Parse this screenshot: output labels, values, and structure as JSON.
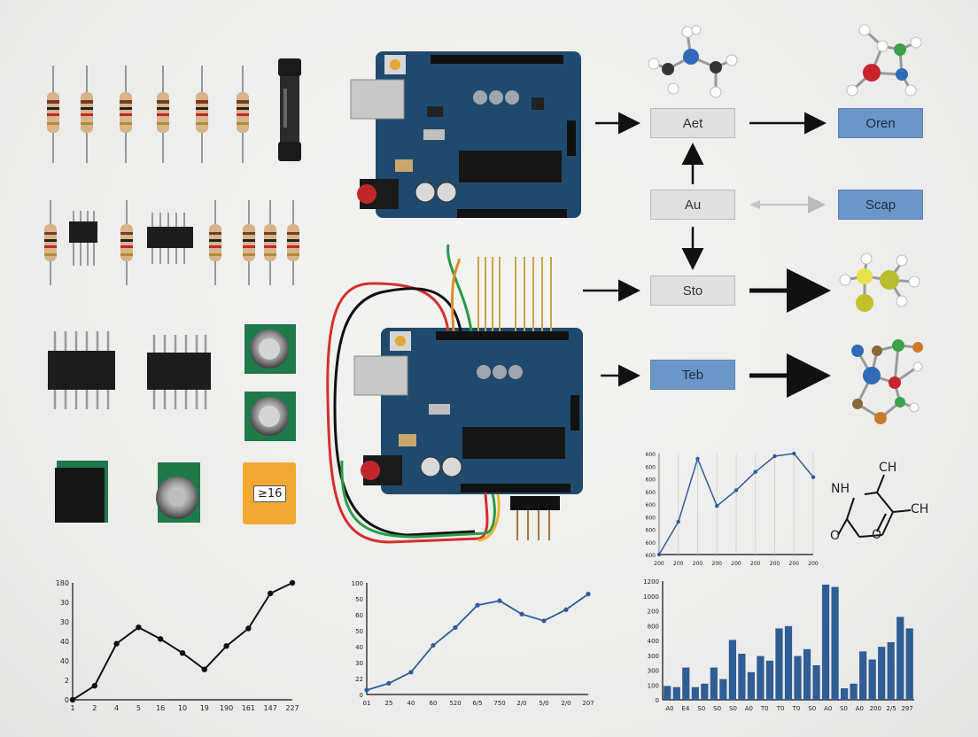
{
  "flow": {
    "boxes": [
      {
        "id": "aet",
        "label": "Aet",
        "style": "gray"
      },
      {
        "id": "oren",
        "label": "Oren",
        "style": "blue"
      },
      {
        "id": "au",
        "label": "Au",
        "style": "gray"
      },
      {
        "id": "scap",
        "label": "Scap",
        "style": "blue"
      },
      {
        "id": "sto",
        "label": "Sto",
        "style": "gray"
      },
      {
        "id": "teb",
        "label": "Teb",
        "style": "blue"
      }
    ]
  },
  "components": {
    "yellow_module_label": "≥16"
  },
  "structure": {
    "atom_labels": [
      "NH",
      "CH",
      "CH",
      "O",
      "O"
    ]
  },
  "colors": {
    "pcb": "#1f4a6d",
    "chart_line": "#2e5d99",
    "bar": "#2f5d95",
    "box_blue": "#6b96c8"
  },
  "chart_data": [
    {
      "type": "line",
      "series": [
        {
          "values": [
            0,
            12,
            48,
            62,
            52,
            40,
            26,
            46,
            61,
            91,
            100
          ]
        }
      ],
      "categories": [
        "1",
        "2",
        "4",
        "5",
        "16",
        "10",
        "19",
        "190",
        "161",
        "147",
        "227"
      ],
      "y_ticks": [
        "0",
        "2",
        "40",
        "40",
        "30",
        "30",
        "180"
      ],
      "ylim": [
        0,
        100
      ],
      "grid": false
    },
    {
      "type": "line",
      "series": [
        {
          "values": [
            2,
            5,
            10,
            22,
            30,
            40,
            42,
            36,
            33,
            38,
            45
          ]
        }
      ],
      "x_ticks": [
        "01",
        "25",
        "40",
        "60",
        "520",
        "6/5",
        "750",
        "2/0",
        "5/0",
        "2/0",
        "207"
      ],
      "y_ticks": [
        "0",
        "22",
        "30",
        "40",
        "50",
        "60",
        "50",
        "100"
      ],
      "ylim": [
        0,
        50
      ],
      "grid": false
    },
    {
      "type": "line",
      "series": [
        {
          "values": [
            5,
            30,
            78,
            42,
            54,
            68,
            80,
            82,
            64
          ]
        }
      ],
      "x_ticks": [
        "200",
        "200",
        "200",
        "200",
        "200",
        "200",
        "200",
        "200",
        "200"
      ],
      "y_ticks": [
        "600",
        "600",
        "600",
        "600",
        "600",
        "600",
        "600",
        "600",
        "600"
      ],
      "grid": true
    },
    {
      "type": "bar",
      "series": [
        {
          "values": [
            12,
            11,
            28,
            11,
            14,
            28,
            18,
            52,
            40,
            24,
            38,
            34,
            62,
            64,
            38,
            44,
            30,
            100,
            98,
            10,
            14,
            42,
            35,
            46,
            50,
            72,
            62
          ]
        }
      ],
      "x_ticks": [
        "A0",
        "E4",
        "S0",
        "S0",
        "S0",
        "A0",
        "T0",
        "T0",
        "T0",
        "S0",
        "A0",
        "S0",
        "A0",
        "200",
        "2/5",
        "297"
      ],
      "y_ticks": [
        "1200",
        "1000",
        "200",
        "800",
        "400",
        "300",
        "300",
        "100",
        "0"
      ],
      "grid": false
    }
  ]
}
